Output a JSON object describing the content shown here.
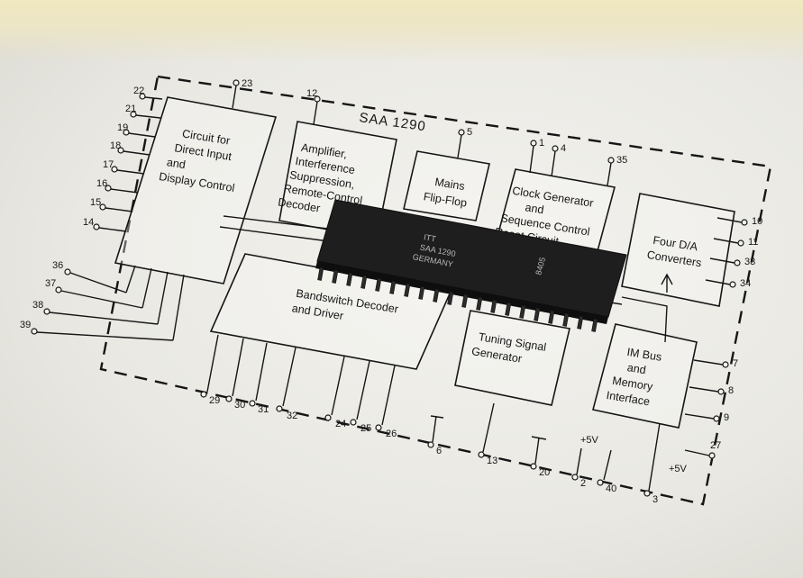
{
  "title": "SAA 1290",
  "blocks": {
    "direct_input": [
      "Circuit for",
      "Direct Input",
      "and",
      "Display Control"
    ],
    "amplifier": [
      "Amplifier,",
      "Interference",
      "Suppression,",
      "Remote-Control",
      "Decoder"
    ],
    "mains": [
      "Mains",
      "Flip-Flop"
    ],
    "clock": [
      "Clock Generator",
      "and",
      "Sequence Control",
      "Reset Circuit"
    ],
    "da": [
      "Four D/A",
      "Converters"
    ],
    "bandswitch": [
      "Bandswitch Decoder",
      "and Driver"
    ],
    "tuning": [
      "Tuning Signal",
      "Generator"
    ],
    "imbus": [
      "IM Bus",
      "and",
      "Memory",
      "Interface"
    ]
  },
  "chip": {
    "lines": [
      "ITT",
      "SAA 1290",
      "GERMANY"
    ],
    "code": "8405"
  },
  "pins": {
    "left": [
      "22",
      "21",
      "19",
      "18",
      "17",
      "16",
      "15",
      "14",
      "36",
      "37",
      "38",
      "39"
    ],
    "top": [
      "23",
      "12",
      "5",
      "1",
      "4",
      "35"
    ],
    "right": [
      "10",
      "11",
      "33",
      "34",
      "7",
      "8",
      "9",
      "27"
    ],
    "bottom": [
      "29",
      "30",
      "31",
      "32",
      "24",
      "25",
      "26",
      "6",
      "13",
      "20",
      "2",
      "40",
      "3"
    ]
  },
  "supply_labels": [
    "+5V",
    "+5V"
  ]
}
